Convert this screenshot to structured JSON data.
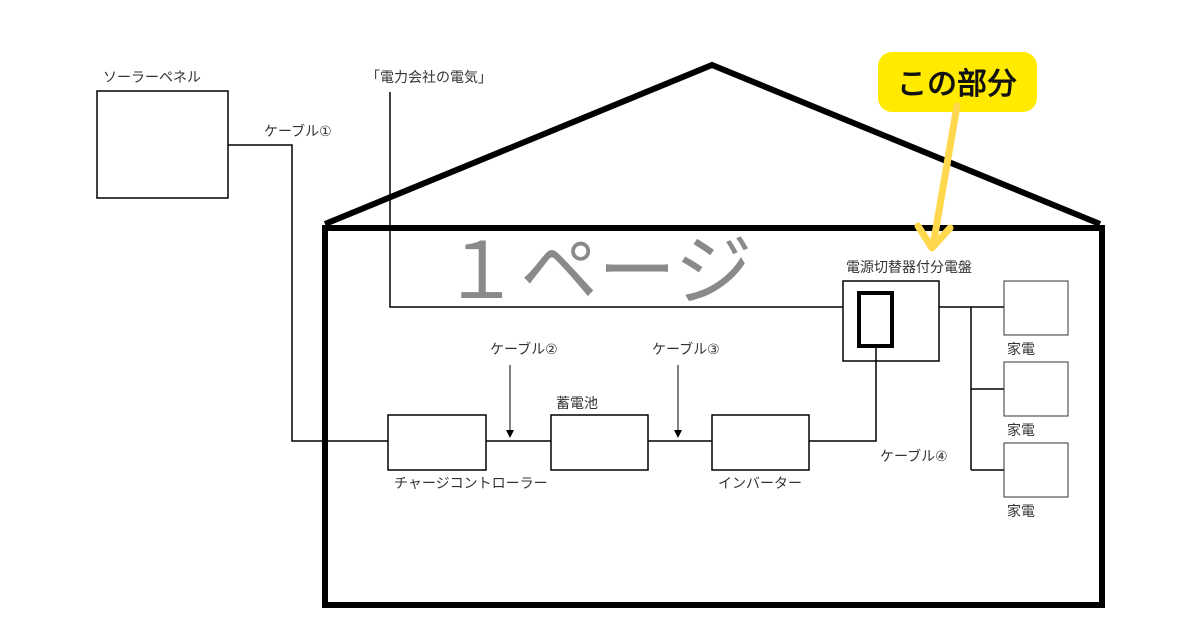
{
  "labels": {
    "solar_panel": "ソーラーペネル",
    "power_company": "「電力会社の電気」",
    "cable1": "ケーブル①",
    "cable2": "ケーブル②",
    "cable3": "ケーブル③",
    "cable4": "ケーブル④",
    "battery": "蓄電池",
    "charge_controller": "チャージコントローラー",
    "inverter": "インバーター",
    "switch_panel": "電源切替器付分電盤",
    "appliances": [
      "家電",
      "家電",
      "家電"
    ]
  },
  "watermark": "１ページ",
  "callout": {
    "text": "この部分",
    "color": "#ffea00",
    "arrow_color": "#ffd84d"
  }
}
